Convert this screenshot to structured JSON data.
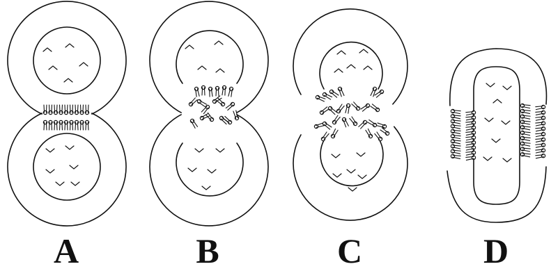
{
  "figure": {
    "panels": [
      {
        "id": "A",
        "label": "A",
        "stage": "two-separate-vesicles"
      },
      {
        "id": "B",
        "label": "B",
        "stage": "stalk-contact"
      },
      {
        "id": "C",
        "label": "C",
        "stage": "hemifusion"
      },
      {
        "id": "D",
        "label": "D",
        "stage": "fused-vesicle"
      }
    ],
    "colors": {
      "stroke": "#111111",
      "background": "#ffffff",
      "label": "#111111"
    }
  }
}
